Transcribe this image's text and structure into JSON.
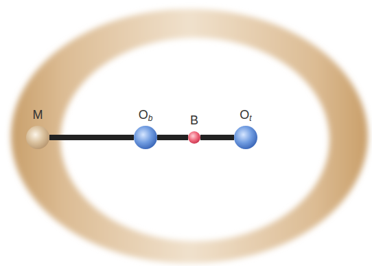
{
  "diagram": {
    "nodes": [
      {
        "text": [
          "M"
        ]
      },
      {
        "text": [
          "Ob"
        ]
      },
      {
        "text": [
          "B"
        ]
      },
      {
        "text": [
          "Ot"
        ]
      }
    ],
    "edges": [
      {
        "from": 0,
        "to": 1,
        "arrow": "none"
      },
      {
        "from": 1,
        "to": 2,
        "arrow": "none"
      },
      {
        "from": 2,
        "to": 3,
        "arrow": "none"
      }
    ]
  }
}
